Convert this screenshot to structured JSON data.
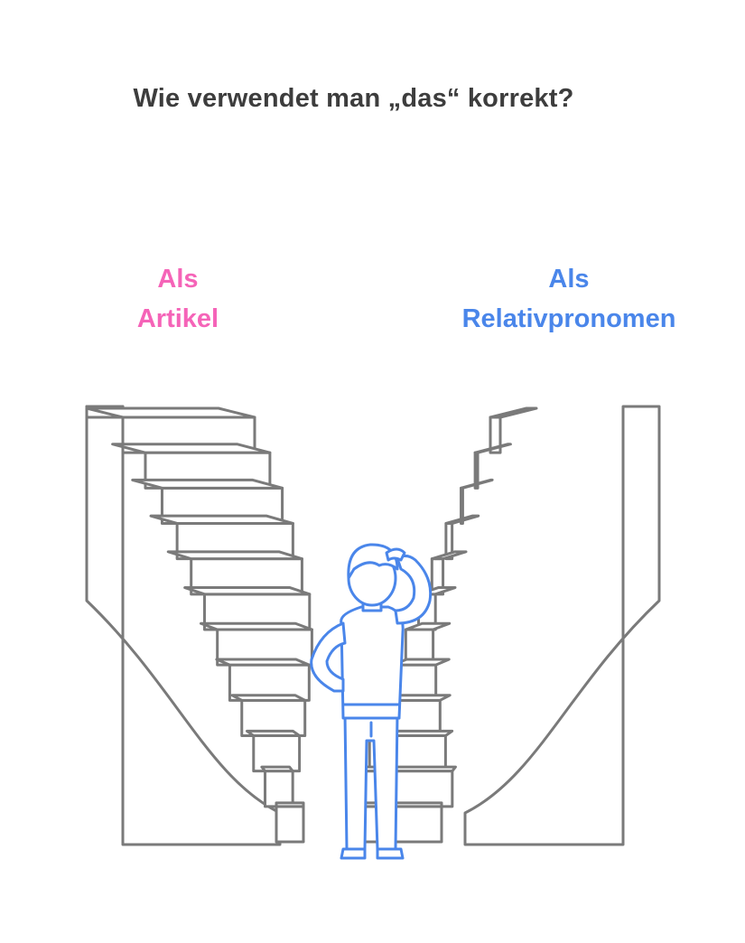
{
  "title": "Wie verwendet man „das“ korrekt?",
  "options": {
    "left": {
      "line1": "Als",
      "line2": "Artikel"
    },
    "right": {
      "line1": "Als",
      "line2": "Relativpronomen"
    }
  },
  "colors": {
    "title": "#3d3d3d",
    "left": "#f564b8",
    "right": "#4a86ea",
    "stairs": "#7a7a7a",
    "person": "#4a86ea"
  },
  "icons": {
    "stairs_left": "staircase-icon",
    "stairs_right": "staircase-icon",
    "person": "thinking-person-icon"
  }
}
